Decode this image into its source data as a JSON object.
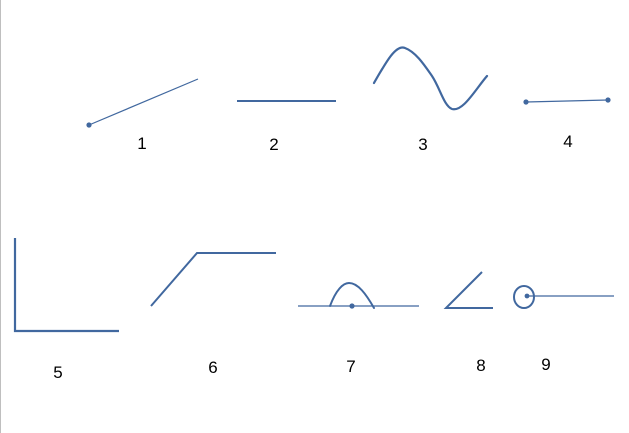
{
  "figures": [
    {
      "label": "1"
    },
    {
      "label": "2"
    },
    {
      "label": "3"
    },
    {
      "label": "4"
    },
    {
      "label": "5"
    },
    {
      "label": "6"
    },
    {
      "label": "7"
    },
    {
      "label": "8"
    },
    {
      "label": "9"
    }
  ],
  "colors": {
    "stroke": "#41689f",
    "label": "#000000",
    "background": "#ffffff"
  }
}
